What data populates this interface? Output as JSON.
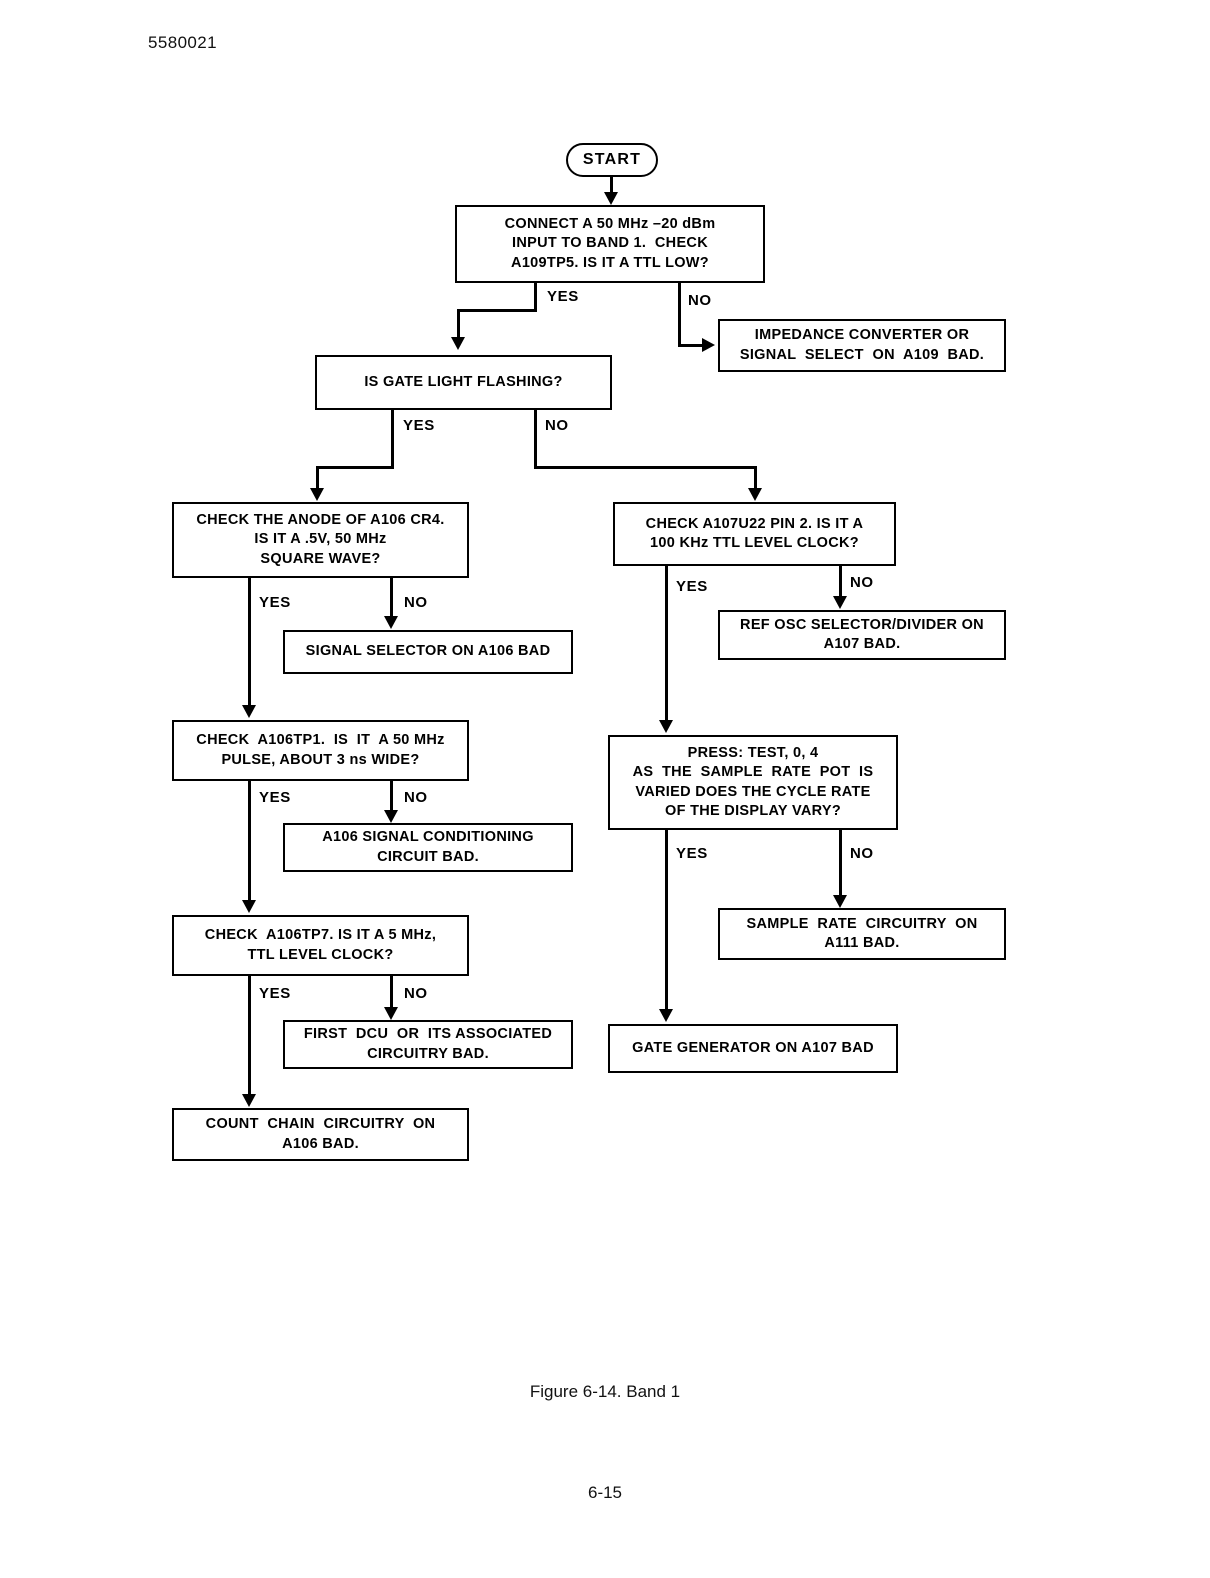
{
  "document": {
    "doc_number": "5580021",
    "figure_caption": "Figure 6-14.   Band 1",
    "page_number": "6-15"
  },
  "chart_data": {
    "type": "diagram",
    "diagram_type": "troubleshooting-flowchart",
    "title": "Figure 6-14.   Band 1",
    "nodes": [
      {
        "id": "start",
        "shape": "terminator",
        "text": "START"
      },
      {
        "id": "n1",
        "shape": "process",
        "lines": [
          "CONNECT A 50 MHz –20 dBm",
          "INPUT TO BAND 1.  CHECK",
          "A109TP5. IS IT A TTL LOW?"
        ]
      },
      {
        "id": "n2",
        "shape": "process",
        "lines": [
          "IMPEDANCE CONVERTER OR",
          "SIGNAL  SELECT  ON  A109  BAD."
        ]
      },
      {
        "id": "n3",
        "shape": "process",
        "lines": [
          "IS GATE LIGHT FLASHING?"
        ]
      },
      {
        "id": "n4",
        "shape": "process",
        "lines": [
          "CHECK THE ANODE OF A106 CR4.",
          "IS IT A .5V, 50 MHz",
          "SQUARE WAVE?"
        ]
      },
      {
        "id": "n5",
        "shape": "process",
        "lines": [
          "CHECK A107U22 PIN 2. IS IT A",
          "100 KHz TTL LEVEL CLOCK?"
        ]
      },
      {
        "id": "n6",
        "shape": "process",
        "lines": [
          "SIGNAL SELECTOR ON A106 BAD"
        ]
      },
      {
        "id": "n7",
        "shape": "process",
        "lines": [
          "REF OSC SELECTOR/DIVIDER ON",
          "A107 BAD."
        ]
      },
      {
        "id": "n8",
        "shape": "process",
        "lines": [
          "CHECK  A106TP1.  IS  IT  A 50 MHz",
          "PULSE, ABOUT 3 ns WIDE?"
        ]
      },
      {
        "id": "n9",
        "shape": "process",
        "lines": [
          "PRESS: TEST, 0, 4",
          "AS  THE  SAMPLE  RATE  POT  IS",
          "VARIED DOES THE CYCLE RATE",
          "OF THE DISPLAY VARY?"
        ]
      },
      {
        "id": "n10",
        "shape": "process",
        "lines": [
          "A106 SIGNAL CONDITIONING",
          "CIRCUIT BAD."
        ]
      },
      {
        "id": "n11",
        "shape": "process",
        "lines": [
          "CHECK  A106TP7. IS IT A 5 MHz,",
          "TTL LEVEL CLOCK?"
        ]
      },
      {
        "id": "n12",
        "shape": "process",
        "lines": [
          "SAMPLE  RATE  CIRCUITRY  ON",
          "A111 BAD."
        ]
      },
      {
        "id": "n13",
        "shape": "process",
        "lines": [
          "FIRST  DCU  OR  ITS ASSOCIATED",
          "CIRCUITRY BAD."
        ]
      },
      {
        "id": "n14",
        "shape": "process",
        "lines": [
          "GATE GENERATOR ON A107 BAD"
        ]
      },
      {
        "id": "n15",
        "shape": "process",
        "lines": [
          "COUNT  CHAIN  CIRCUITRY  ON",
          "A106 BAD."
        ]
      }
    ],
    "edges": [
      {
        "from": "start",
        "to": "n1",
        "label": ""
      },
      {
        "from": "n1",
        "to": "n3",
        "label": "YES"
      },
      {
        "from": "n1",
        "to": "n2",
        "label": "NO"
      },
      {
        "from": "n3",
        "to": "n4",
        "label": "YES"
      },
      {
        "from": "n3",
        "to": "n5",
        "label": "NO"
      },
      {
        "from": "n4",
        "to": "n8",
        "label": "YES"
      },
      {
        "from": "n4",
        "to": "n6",
        "label": "NO"
      },
      {
        "from": "n5",
        "to": "n9",
        "label": "YES"
      },
      {
        "from": "n5",
        "to": "n7",
        "label": "NO"
      },
      {
        "from": "n8",
        "to": "n11",
        "label": "YES"
      },
      {
        "from": "n8",
        "to": "n10",
        "label": "NO"
      },
      {
        "from": "n9",
        "to": "n14",
        "label": "YES"
      },
      {
        "from": "n9",
        "to": "n12",
        "label": "NO"
      },
      {
        "from": "n11",
        "to": "n15",
        "label": "YES"
      },
      {
        "from": "n11",
        "to": "n13",
        "label": "NO"
      }
    ],
    "edge_labels": {
      "n1_yes": "YES",
      "n1_no": "NO",
      "n3_yes": "YES",
      "n3_no": "NO",
      "n4_yes": "YES",
      "n4_no": "NO",
      "n5_yes": "YES",
      "n5_no": "NO",
      "n8_yes": "YES",
      "n8_no": "NO",
      "n9_yes": "YES",
      "n9_no": "NO",
      "n11_yes": "YES",
      "n11_no": "NO"
    }
  },
  "colors": {
    "ink": "#000000",
    "paper": "#ffffff"
  }
}
